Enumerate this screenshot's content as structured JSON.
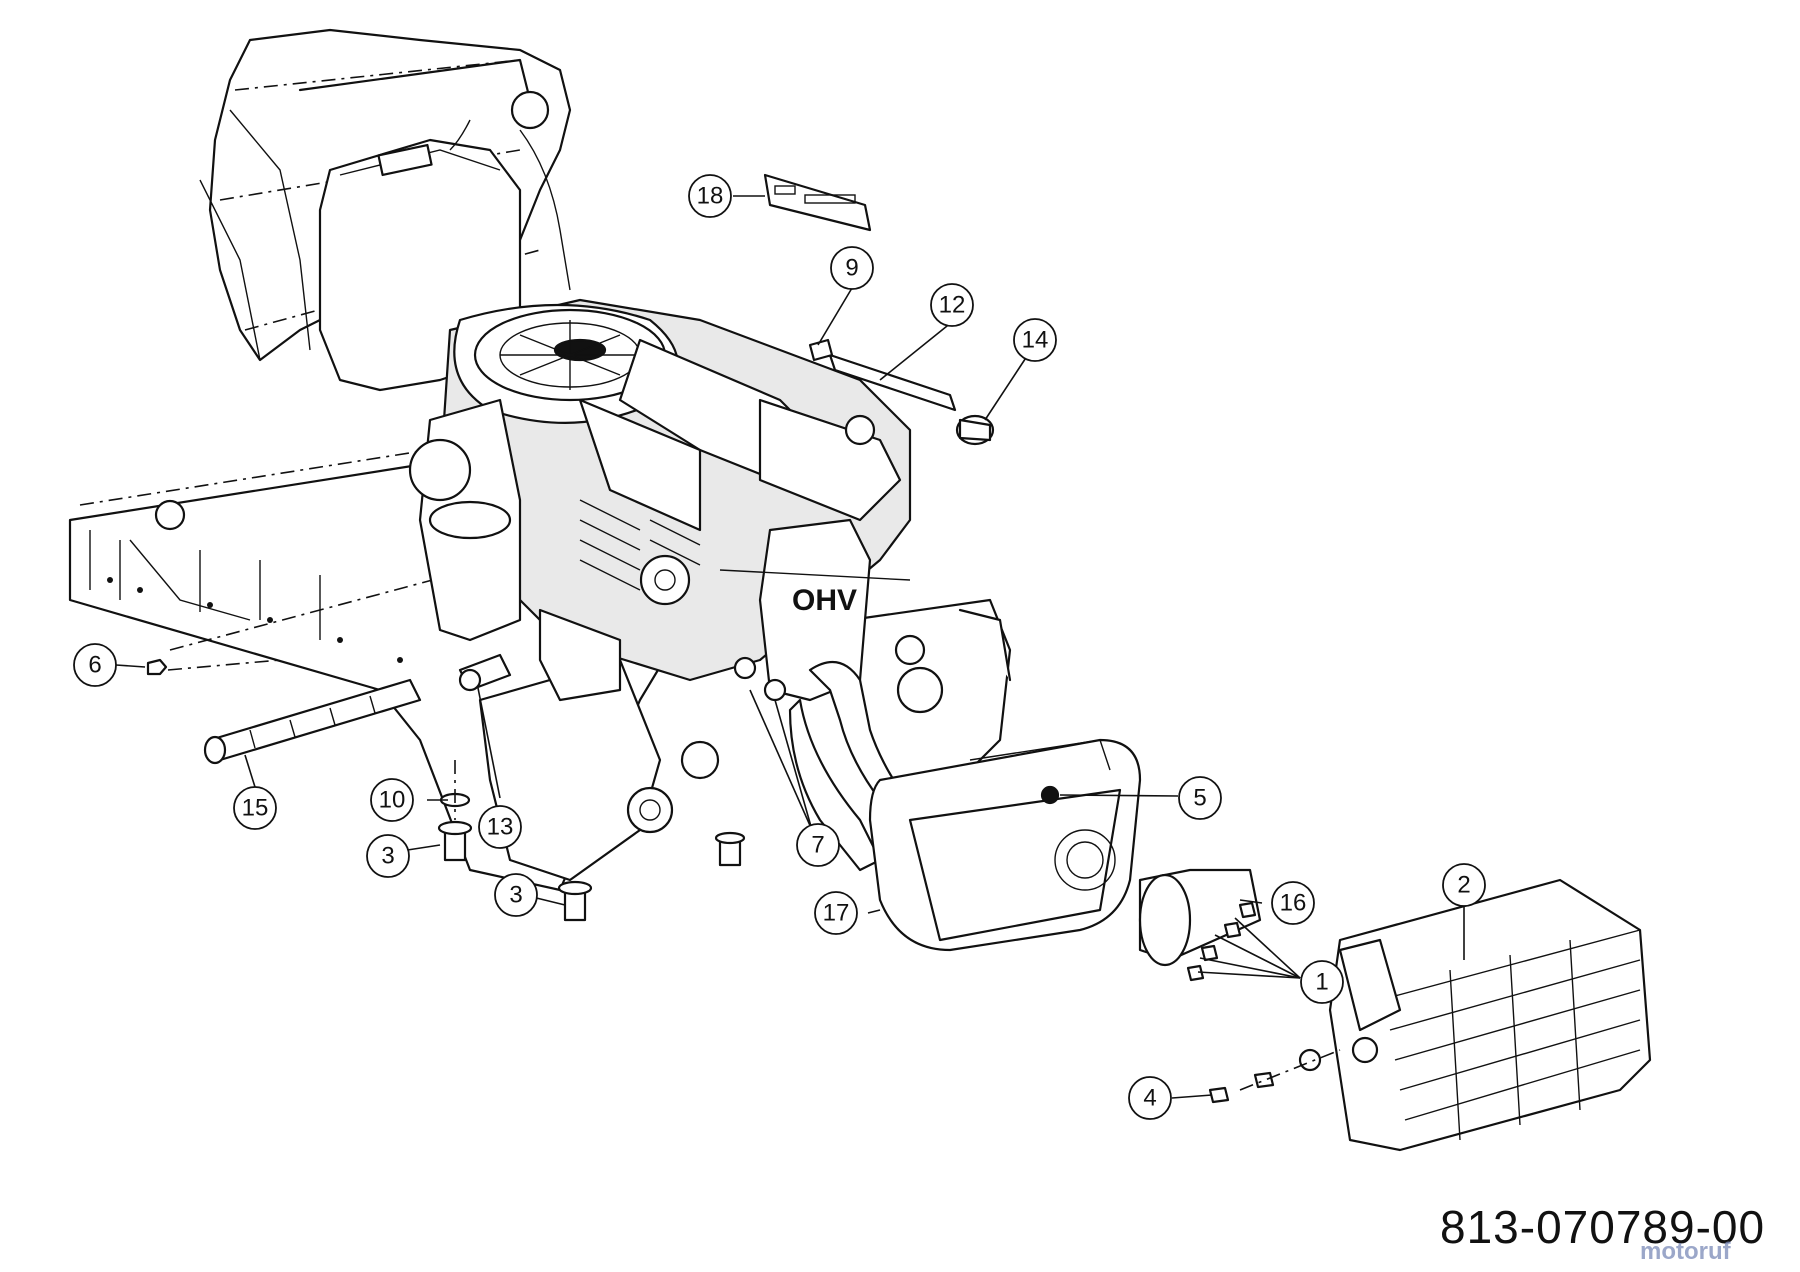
{
  "engine_label": "OHV",
  "drawing_number": "813-070789-00",
  "watermark": "motoruf",
  "callouts": [
    {
      "number": "1"
    },
    {
      "number": "2"
    },
    {
      "number": "3"
    },
    {
      "number": "3"
    },
    {
      "number": "4"
    },
    {
      "number": "5"
    },
    {
      "number": "6"
    },
    {
      "number": "7"
    },
    {
      "number": "9"
    },
    {
      "number": "10"
    },
    {
      "number": "12"
    },
    {
      "number": "13"
    },
    {
      "number": "14"
    },
    {
      "number": "15"
    },
    {
      "number": "16"
    },
    {
      "number": "17"
    },
    {
      "number": "18"
    }
  ]
}
